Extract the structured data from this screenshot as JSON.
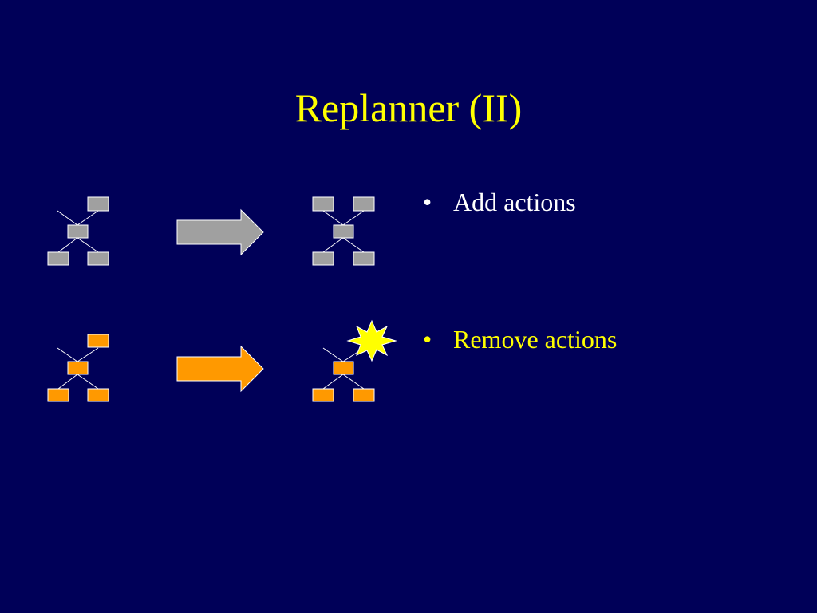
{
  "slide": {
    "title": "Replanner (II)",
    "bullet_marker": "•",
    "bullets": [
      {
        "text": "Add actions"
      },
      {
        "text": "Remove actions"
      }
    ]
  },
  "colors": {
    "background": "#000058",
    "title": "#FFFF00",
    "bullet_add": "#FFFFFF",
    "bullet_remove": "#FFFF00",
    "gray_node": "#A0A0A0",
    "orange_node": "#FF9900",
    "starburst": "#FFFF00"
  },
  "diagrams": {
    "row_add": {
      "before": "gray-plan-tree",
      "transition": "gray-arrow",
      "after": "gray-plan-tree-with-added-node"
    },
    "row_remove": {
      "before": "orange-plan-tree",
      "transition": "orange-arrow",
      "after": "orange-plan-tree-with-removed-node"
    }
  }
}
